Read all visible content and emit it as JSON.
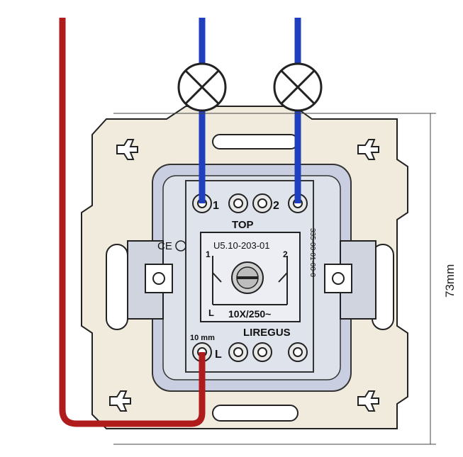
{
  "dimension": {
    "label": "73mm"
  },
  "terminals": {
    "one": "1",
    "two": "2",
    "common": "L"
  },
  "labels": {
    "top": "TOP",
    "model": "U5.10-203-01",
    "circuit_one": "1",
    "circuit_two": "2",
    "circuit_l": "L",
    "rating": "10X/250~",
    "brand": "LIREGUS",
    "strip_length": "10 mm",
    "side_code": "335-00-01-00-0",
    "ce_mark": "CE"
  },
  "colors": {
    "live_wire": "#b01b1b",
    "lamp_wire": "#1f3fbf",
    "plate": "#f1ebdd",
    "module": "#d6dbe6",
    "frame_outline": "#222222"
  },
  "icons": [
    "lamp-icon",
    "screw-icon",
    "terminal-screw-icon",
    "switch-contact-icon"
  ]
}
